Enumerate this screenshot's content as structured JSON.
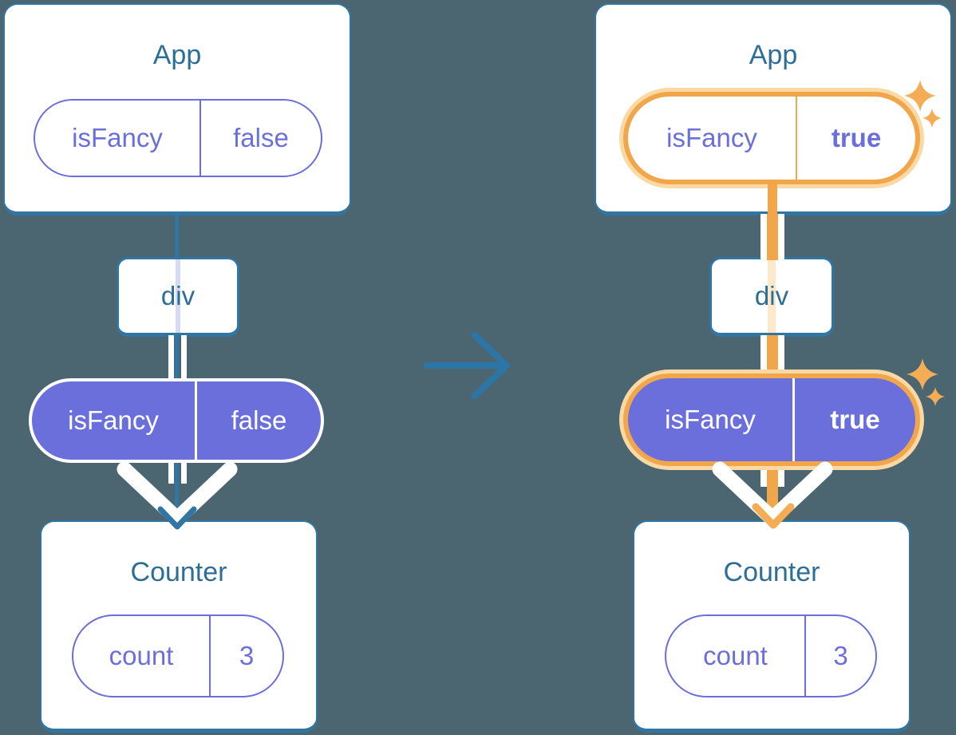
{
  "colors": {
    "background": "#4C6671",
    "card_border_blue": "#3176A3",
    "component_text_blue": "#2D6E96",
    "state_purple": "#6A6FDB",
    "pass_through_purple": "#D7DAF3",
    "highlight_orange": "#F2A64B",
    "highlight_glow": "#FAD9A4",
    "pass_through_orange": "#FBE9CC",
    "sparkle_orange": "#F5AD55",
    "flow_white": "#FFFFFF"
  },
  "before_tree": {
    "app": {
      "title": "App",
      "state_key": "isFancy",
      "state_value": "false"
    },
    "container": {
      "label": "div"
    },
    "prop": {
      "key": "isFancy",
      "value": "false"
    },
    "counter": {
      "title": "Counter",
      "state_key": "count",
      "state_value": "3"
    }
  },
  "after_tree": {
    "app": {
      "title": "App",
      "state_key": "isFancy",
      "state_value": "true"
    },
    "container": {
      "label": "div"
    },
    "prop": {
      "key": "isFancy",
      "value": "true"
    },
    "counter": {
      "title": "Counter",
      "state_key": "count",
      "state_value": "3"
    }
  }
}
